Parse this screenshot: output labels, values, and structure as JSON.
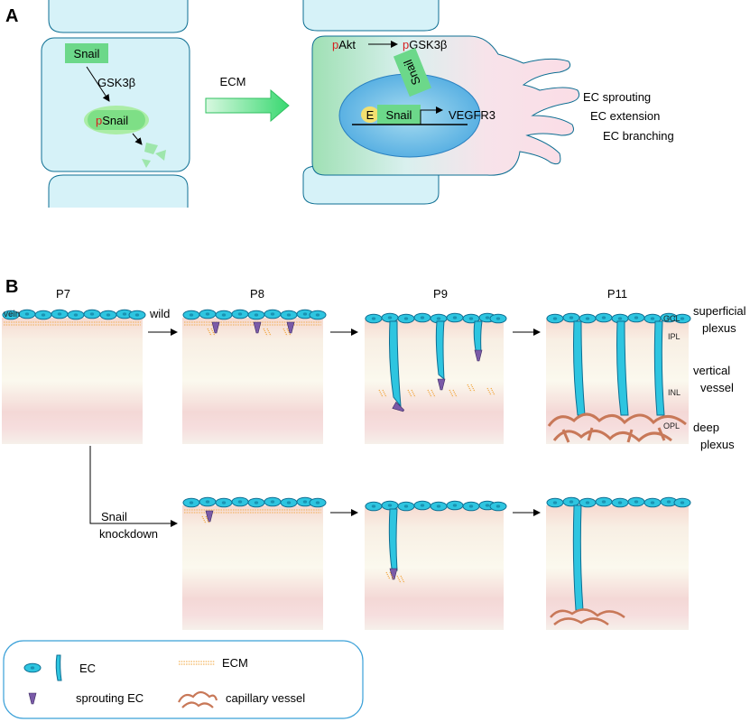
{
  "panel_a": {
    "label": "A",
    "left_cell": {
      "snail_box": "Snail",
      "gsk_label": "GSK3β",
      "psnail_prefix": "p",
      "psnail_text": "Snail"
    },
    "arrow_label": "ECM",
    "right_cell": {
      "pakt_prefix": "p",
      "pakt_text": "Akt",
      "pgsk_prefix": "p",
      "pgsk_text": "GSK3β",
      "nuclear_snail": "Snail",
      "e_box": "E",
      "gene_snail": "Snail",
      "target_gene": "VEGFR3"
    },
    "outcomes": [
      "EC sprouting",
      "EC extension",
      "EC branching"
    ]
  },
  "panel_b": {
    "label": "B",
    "timepoints": [
      "P7",
      "P8",
      "P9",
      "P11"
    ],
    "vein_label": "vein",
    "wild_label": "wild",
    "knockdown_label": [
      "Snail",
      "knockdown"
    ],
    "layer_labels": [
      "GCL",
      "IPL",
      "INL",
      "OPL"
    ],
    "region_labels": [
      [
        "superficial",
        "plexus"
      ],
      [
        "vertical",
        "vessel"
      ],
      [
        "deep",
        "plexus"
      ]
    ]
  },
  "legend": {
    "ec": "EC",
    "sprouting_ec": "sprouting EC",
    "ecm": "ECM",
    "capillary": "capillary vessel"
  },
  "colors": {
    "ec_fill": "#2ec5e0",
    "ec_stroke": "#0e6f93",
    "cell_fill": "#d6f2f8",
    "snail_green": "#6cd88a",
    "ecm_orange": "#f0a030",
    "capillary": "#c87858",
    "sprout_purple": "#7a5aa8"
  }
}
